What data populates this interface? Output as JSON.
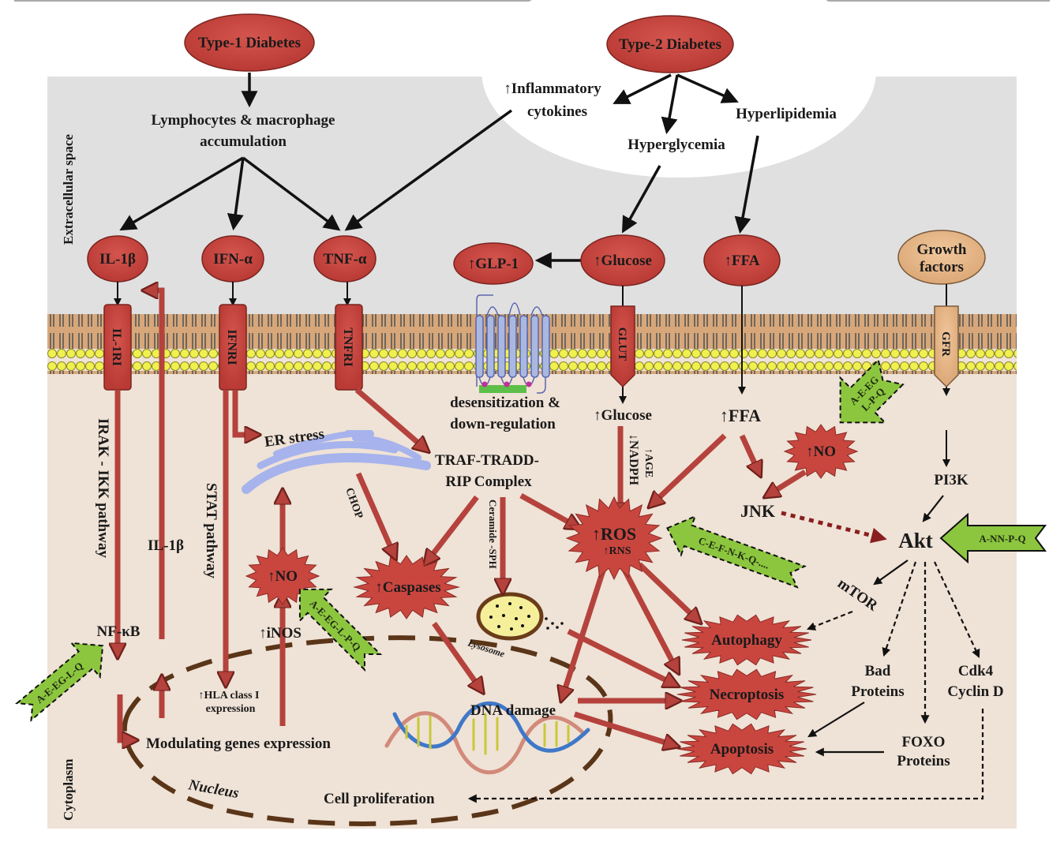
{
  "regions": {
    "extracellular": "Extracellular  space",
    "cytoplasm": "Cytoplasm",
    "nucleus": "Nucleus"
  },
  "colors": {
    "extracellular_bg": "#e0e0e0",
    "cytoplasm_bg": "#efe2d6",
    "node_red": "#c9463f",
    "node_border": "#7a2420",
    "growth_factor": "#e8b98a",
    "green_inhibitor": "#8cc63f",
    "arrow_red": "#b5423c",
    "nucleus_line": "#5a3518",
    "lipid_head": "#f0f050",
    "er": "#a6b3ec"
  },
  "diseases": {
    "type1": "Type-1 Diabetes",
    "type2": "Type-2 Diabetes"
  },
  "extracellular_labels": {
    "lymphocytes_line1": "Lymphocytes & macrophage",
    "lymphocytes_line2": "accumulation",
    "inflammatory_line1": "↑Inflammatory",
    "inflammatory_line2": "cytokines",
    "hyperglycemia": "Hyperglycemia",
    "hyperlipidemia": "Hyperlipidemia"
  },
  "ligands": {
    "il1b": "IL-1β",
    "ifna": "IFN-α",
    "tnfa": "TNF-α",
    "glp1": "↑GLP-1",
    "glucose": "↑Glucose",
    "ffa": "↑FFA",
    "growth_line1": "Growth",
    "growth_line2": "factors"
  },
  "receptors": {
    "il1ri": "IL-1RI",
    "ifnri": "IFNRI",
    "tnfri": "TNFRI",
    "glut": "GLUT",
    "gfr": "GFR"
  },
  "cytoplasm_labels": {
    "desens_line1": "desensitization  &",
    "desens_line2": "down-regulation",
    "glucose_in": "↑Glucose",
    "ffa_in": "↑FFA",
    "irak": "IRAK - IKK pathway",
    "il1b_in": "IL-1β",
    "stat": "STAT pathway",
    "er_stress": "ER stress",
    "chop": "CHOP",
    "traf_line1": "TRAF-TRADD-",
    "traf_line2": "RIP Complex",
    "ceramide": "Ceramide -SPH",
    "nadph": "↓NADPH",
    "age": "↑AGE",
    "jnk": "JNK",
    "pi3k": "PI3K",
    "akt": "Akt",
    "mtor": "mTOR",
    "nfkb": "NF-κB",
    "inos": "↑iNOS",
    "hla_line1": "↑HLA class I",
    "hla_line2": "expression",
    "modulating": "Modulating genes expression",
    "dna_damage": "DNA damage",
    "lysosome": "Lysosome",
    "bad_line1": "Bad",
    "bad_line2": "Proteins",
    "cdk_line1": "Cdk4",
    "cdk_line2": "Cyclin D",
    "foxo_line1": "FOXO",
    "foxo_line2": "Proteins",
    "cell_prolif": "Cell proliferation"
  },
  "star_nodes": {
    "no_left": "↑NO",
    "no_right": "↑NO",
    "caspases": "↑Caspases",
    "ros": "↑ROS",
    "rns": "↑RNS",
    "autophagy": "Autophagy",
    "necroptosis": "Necroptosis",
    "apoptosis": "Apoptosis"
  },
  "inhibitors": {
    "nfkb": "A-E-EG-L-Q",
    "inos": "A-E-EG-L-P-Q",
    "no_right_line1": "A-E-EG",
    "no_right_line2": "L-P-Q",
    "ros": "C-E-F-N-K-Q-....",
    "akt": "A-NN-P-Q"
  }
}
